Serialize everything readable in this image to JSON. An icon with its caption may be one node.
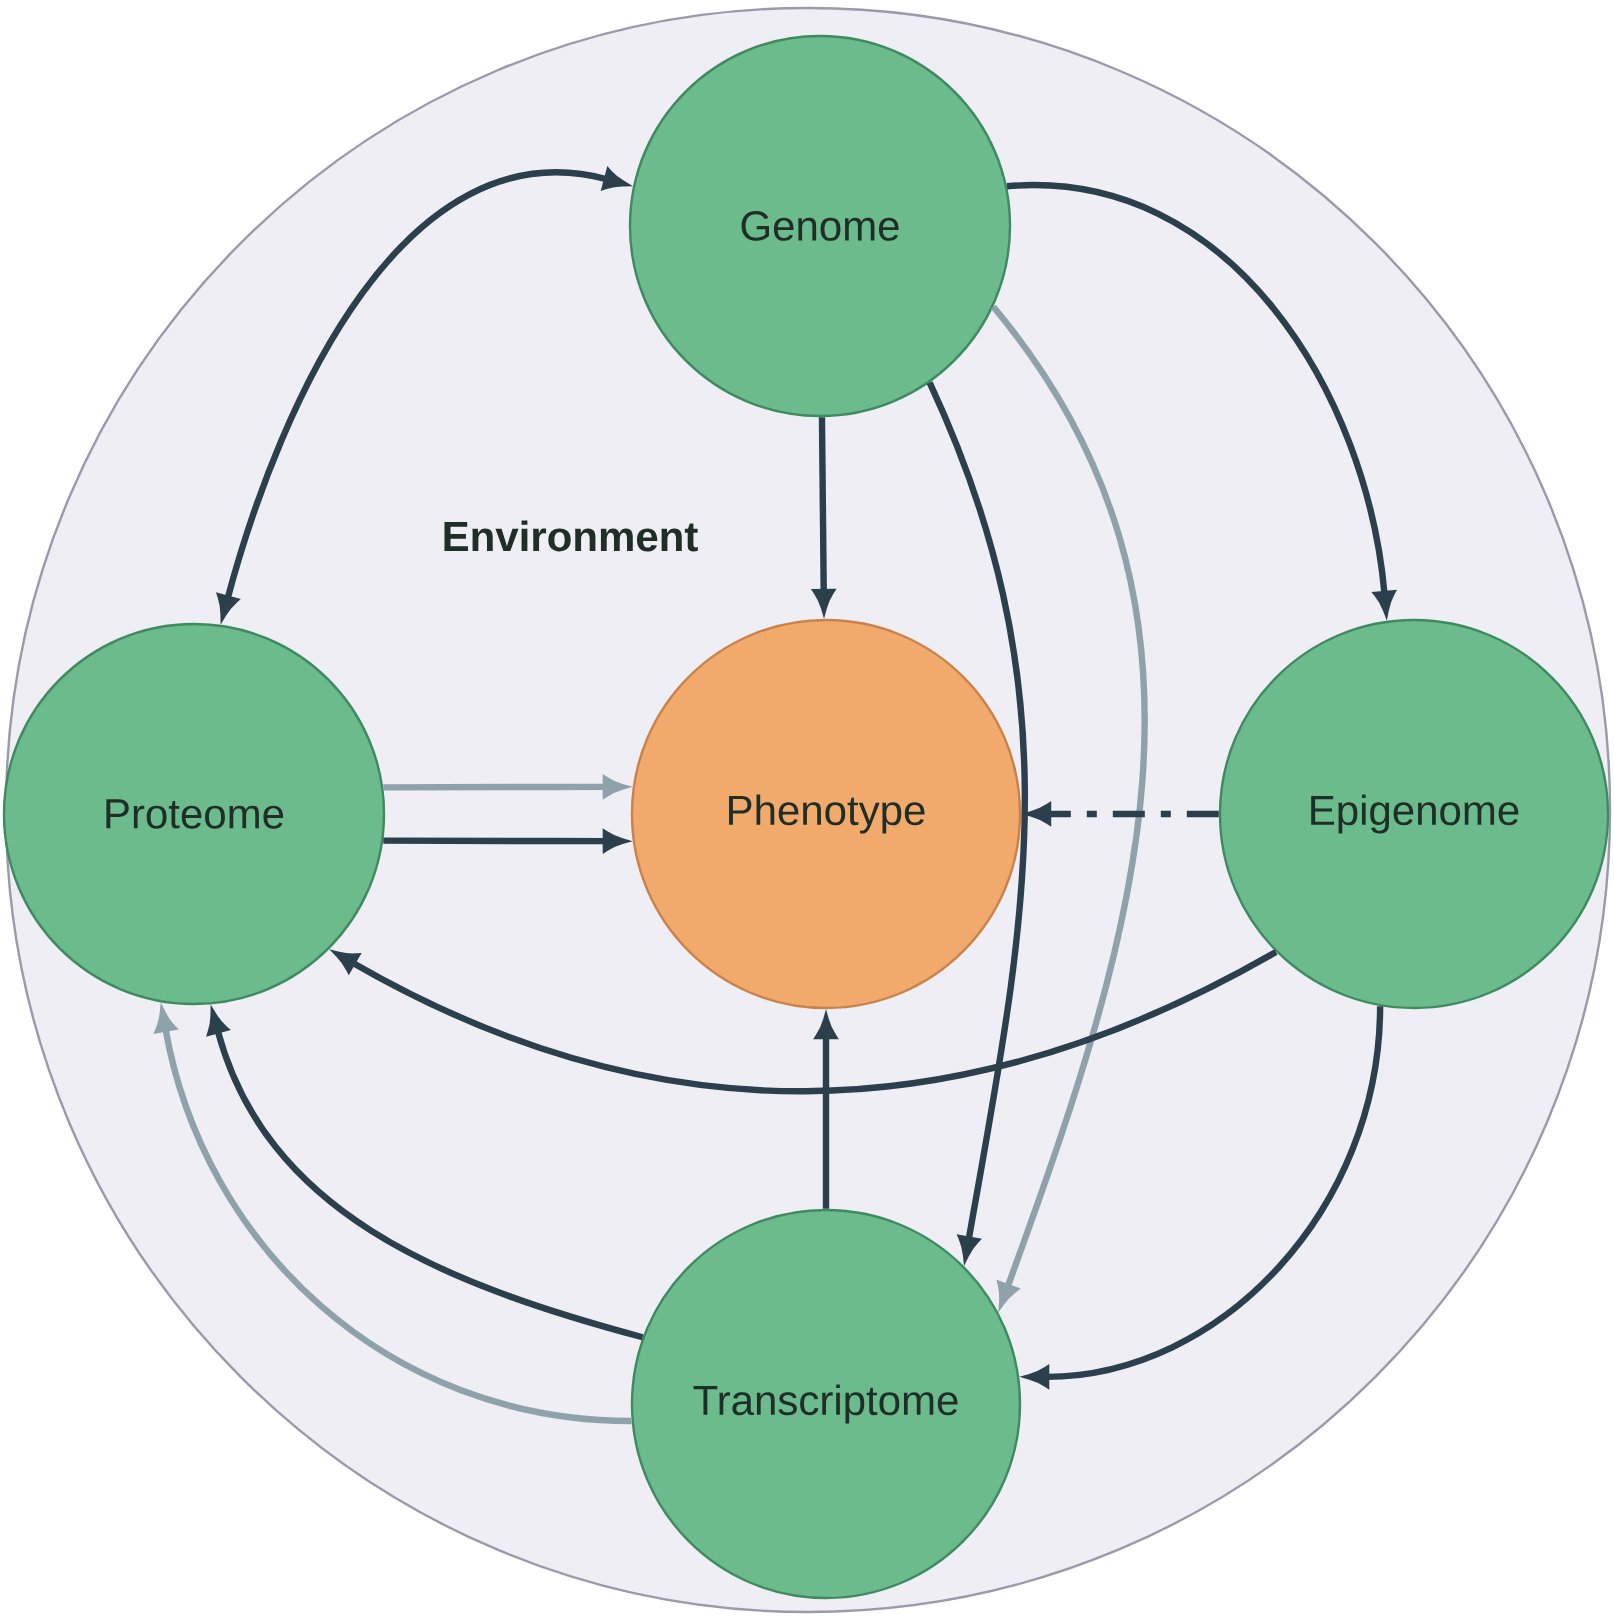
{
  "diagram": {
    "nodes": [
      {
        "text": [
          "Environment"
        ]
      },
      {
        "text": [
          "Genome"
        ],
        "in": 0
      },
      {
        "text": [
          "Proteome"
        ],
        "in": 0
      },
      {
        "text": [
          "Phenotype"
        ],
        "in": 0
      },
      {
        "text": [
          "Epigenome"
        ],
        "in": 0
      },
      {
        "text": [
          "Transcriptome"
        ],
        "in": 0
      }
    ],
    "edges": [
      {
        "from": 1,
        "to": 2,
        "arrow": "both"
      },
      {
        "from": 1,
        "to": 4,
        "arrow": "to"
      },
      {
        "from": 1,
        "to": 3,
        "arrow": "to"
      },
      {
        "from": 1,
        "to": 5,
        "arrow": "to"
      },
      {
        "from": 1,
        "to": 5,
        "arrow": "to",
        "color": "#8fa2ac"
      },
      {
        "from": 2,
        "to": 3,
        "arrow": "to",
        "color": "#8fa2ac"
      },
      {
        "from": 2,
        "to": 3,
        "arrow": "to"
      },
      {
        "from": 4,
        "to": 3,
        "arrow": "to",
        "style": "dashed"
      },
      {
        "from": 4,
        "to": 2,
        "arrow": "to"
      },
      {
        "from": 4,
        "to": 5,
        "arrow": "to"
      },
      {
        "from": 5,
        "to": 3,
        "arrow": "to"
      },
      {
        "from": 5,
        "to": 2,
        "arrow": "to"
      },
      {
        "from": 5,
        "to": 2,
        "arrow": "to",
        "color": "#8fa2ac"
      }
    ]
  }
}
